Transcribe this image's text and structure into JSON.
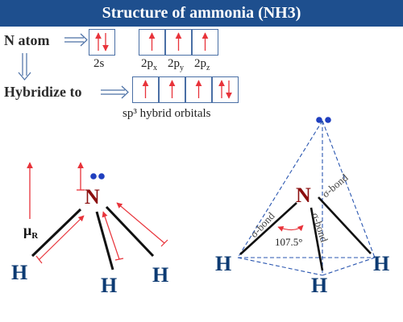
{
  "title": "Structure of ammonia (NH3)",
  "n_atom_label": "N atom",
  "hybridize_label": "Hybridize to",
  "orbitals": {
    "s": "2s",
    "px": "2p",
    "py": "2p",
    "pz": "2p",
    "px_sub": "x",
    "py_sub": "y",
    "pz_sub": "z"
  },
  "hybrid_caption": "sp³ hybrid orbitals",
  "dipole_label": "μ",
  "dipole_sub": "R",
  "atoms": {
    "N": "N",
    "H": "H"
  },
  "bond_label": "σ-bond",
  "angle": "107.5°",
  "colors": {
    "title_bg": "#1e4f8e",
    "arrow": "#e8333a",
    "nitrogen": "#8b0e0e",
    "hydrogen": "#0d3b73",
    "lone_pair": "#1f3fbf",
    "box_border": "#4a6fa5",
    "dashed": "#2a56b0"
  }
}
